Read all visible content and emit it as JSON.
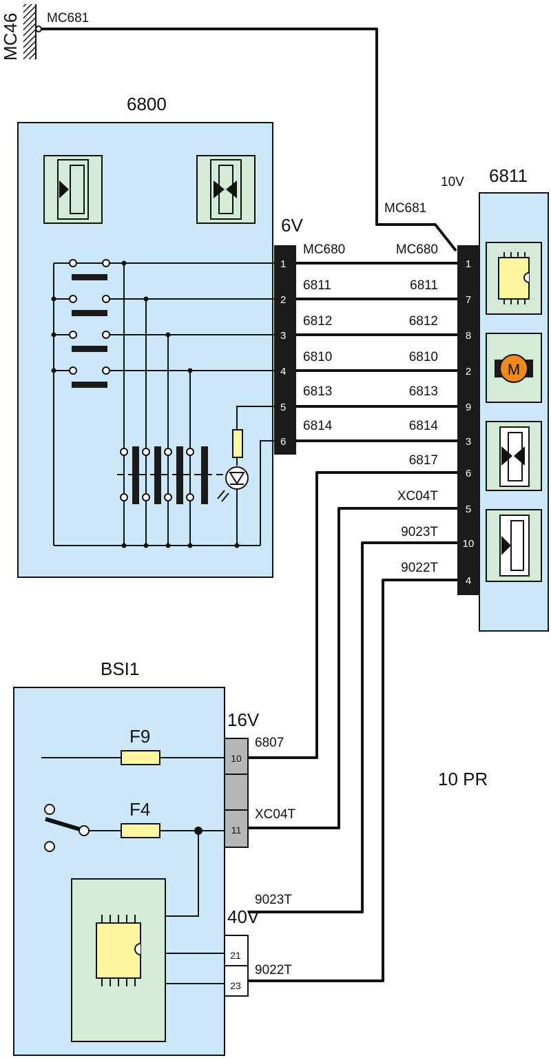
{
  "ground": {
    "label": "MC46",
    "wire": "MC681"
  },
  "unit_6800": {
    "label": "6800",
    "connector": "6V",
    "pins": [
      "1",
      "2",
      "3",
      "4",
      "5",
      "6"
    ]
  },
  "unit_6811": {
    "label": "6811",
    "connector": "10V",
    "pins": [
      "1",
      "7",
      "8",
      "2",
      "9",
      "3",
      "6",
      "5",
      "10",
      "4"
    ],
    "motor_symbol": "M"
  },
  "wires": {
    "mc681_entry": "MC681",
    "left": [
      "MC680",
      "6811",
      "6812",
      "6810",
      "6813",
      "6814"
    ],
    "right": [
      "MC680",
      "6811",
      "6812",
      "6810",
      "6813",
      "6814",
      "6817",
      "XC04T",
      "9023T",
      "9022T"
    ]
  },
  "unit_bsi1": {
    "label": "BSI1",
    "fuses": [
      "F9",
      "F4"
    ],
    "connector_16v": {
      "label": "16V",
      "pins": [
        "10",
        "11"
      ],
      "wires": [
        "6807",
        "XC04T"
      ]
    },
    "connector_40v": {
      "label": "40V",
      "pins": [
        "21",
        "23"
      ],
      "wires": [
        "9023T",
        "9022T"
      ]
    }
  },
  "note": "10 PR"
}
